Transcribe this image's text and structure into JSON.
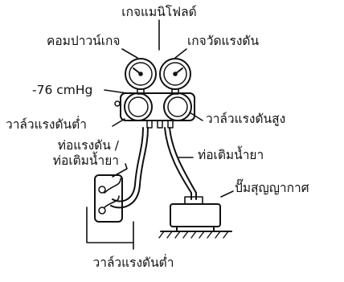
{
  "labels": {
    "manifold_gauge": "เกจแมนิโฟลด์",
    "compound_gauge": "คอมปาวน์เกจ",
    "pressure_gauge": "เกจวัดแรงดัน",
    "vacuum_reading": "-76 cmHg",
    "low_pressure_valve_left": "วาล์วแรงดันต่ำ",
    "high_pressure_valve": "วาล์วแรงดันสูง",
    "pressure_charge_hose_line1": "ท่อแรงดัน /",
    "pressure_charge_hose_line2": "ท่อเติมน้ำยา",
    "charge_hose": "ท่อเติมน้ำยา",
    "vacuum_pump": "ปั๊มสุญญากาศ",
    "low_pressure_valve_bottom": "วาล์วแรงดันต่ำ"
  }
}
